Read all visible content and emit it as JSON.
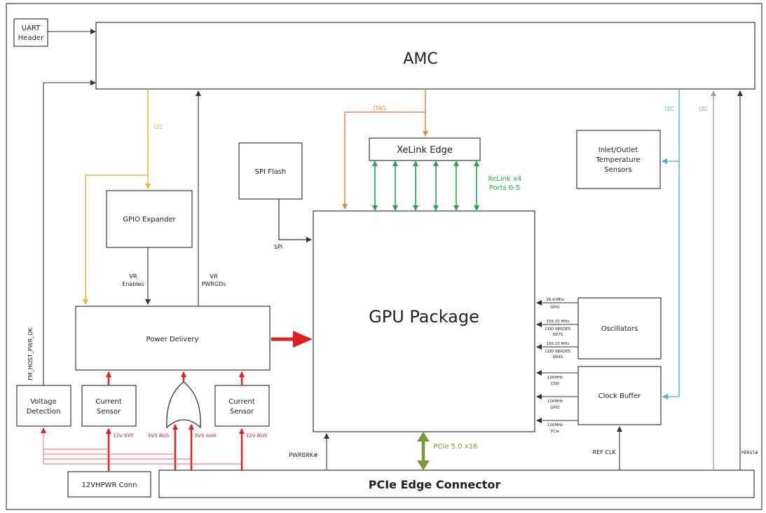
{
  "colors": {
    "i2c_orange": "#f2b234",
    "jtag_orange": "#e8864a",
    "xelink_green": "#22a84a",
    "pcie_green": "#7a9a3a",
    "power_red": "#e02020",
    "i2c_blue": "#4ea8d8",
    "i2c_purple": "#9999cc",
    "line_black": "#333333"
  },
  "blocks": {
    "uart_header": [
      "UART",
      "Header"
    ],
    "amc": "AMC",
    "xelink_edge": "XeLink Edge",
    "spi_flash": "SPI Flash",
    "gpio_expander": "GPIO Expander",
    "inlet_outlet_sensors": [
      "Inlet/Outlet",
      "Temperature",
      "Sensors"
    ],
    "gpu_package": "GPU Package",
    "power_delivery": "Power Delivery",
    "oscillators": "Oscillators",
    "clock_buffer": "Clock Buffer",
    "voltage_detection": [
      "Voltage",
      "Detection"
    ],
    "current_sensor_left": [
      "Current",
      "Sensor"
    ],
    "current_sensor_right": [
      "Current",
      "Sensor"
    ],
    "conn_12vhpwr": "12VHPWR Conn",
    "pcie_edge_connector": "PCIe Edge Connector"
  },
  "signals": {
    "i2c_left": "I2C",
    "jtag": "JTAG",
    "i2c_right_blue": "I2C",
    "i2c_right_purple": "I2C",
    "xelink_ports": [
      "XeLink x4",
      "Ports 0-5"
    ],
    "spi": "SPI",
    "vr_enables": [
      "VR",
      "Enables"
    ],
    "vr_pwrgds": [
      "VR",
      "PWRGDs"
    ],
    "fm_host_pwr_ok": "FM_HOST_PWR_OK",
    "rail_12v_ext": "12V EXT",
    "rail_3v3_bus": "3V3 BUS",
    "rail_3v3_aux": "3V3 AUX",
    "rail_12v_bus": "12V BUS",
    "pwrbrk": "PWRBRK#",
    "pcie_link": "PCIe 5.0 x16",
    "ref_clk": "REF CLK",
    "perst": "PERST#",
    "osc_clocks": [
      [
        "38.4 MHz",
        "GPIO"
      ],
      [
        "156.25 MHz",
        "CDD SERDES",
        "N07S"
      ],
      [
        "156.25 MHz",
        "CDD SERDES",
        "N04S"
      ]
    ],
    "buf_clocks": [
      [
        "100MHz",
        "CDD"
      ],
      [
        "100MHz",
        "GPIO"
      ],
      [
        "100MHz",
        "PCIe"
      ]
    ]
  }
}
